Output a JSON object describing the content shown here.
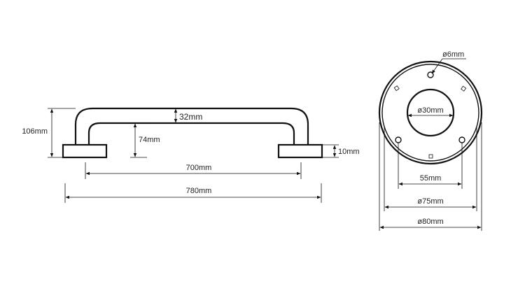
{
  "labels": {
    "height_106": "106mm",
    "tube_32": "32mm",
    "clearance_74": "74mm",
    "flange_10": "10mm",
    "centers_700": "700mm",
    "overall_780": "780mm",
    "hole_6": "ø6mm",
    "bore_30": "ø30mm",
    "screws_55": "55mm",
    "cover_75": "ø75mm",
    "flange_80": "ø80mm"
  },
  "colors": {
    "line": "#111111",
    "text": "#222222",
    "background": "#ffffff"
  }
}
